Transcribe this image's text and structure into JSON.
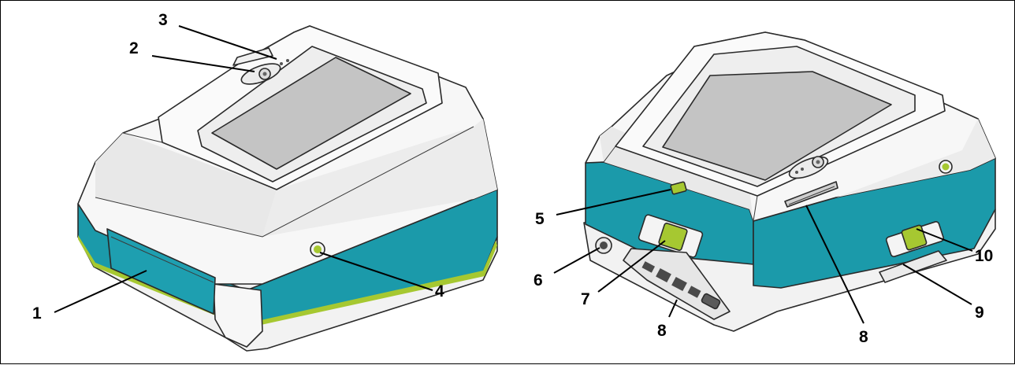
{
  "figure": {
    "callouts": [
      {
        "id": "c1",
        "label": "1"
      },
      {
        "id": "c2",
        "label": "2"
      },
      {
        "id": "c3",
        "label": "3"
      },
      {
        "id": "c4",
        "label": "4"
      },
      {
        "id": "c5",
        "label": "5"
      },
      {
        "id": "c6",
        "label": "6"
      },
      {
        "id": "c7",
        "label": "7"
      },
      {
        "id": "c8a",
        "label": "8"
      },
      {
        "id": "c8b",
        "label": "8"
      },
      {
        "id": "c9",
        "label": "9"
      },
      {
        "id": "c10",
        "label": "10"
      }
    ],
    "colors": {
      "body_teal": "#1b9aaa",
      "body_teal_dark": "#157f8d",
      "shell_white": "#f7f7f7",
      "shell_shade": "#e6e6e6",
      "screen_gray": "#c4c4c4",
      "accent_lime": "#a6c831",
      "accent_lime_dark": "#7fa01f",
      "port_dark": "#4a4a4a"
    }
  }
}
